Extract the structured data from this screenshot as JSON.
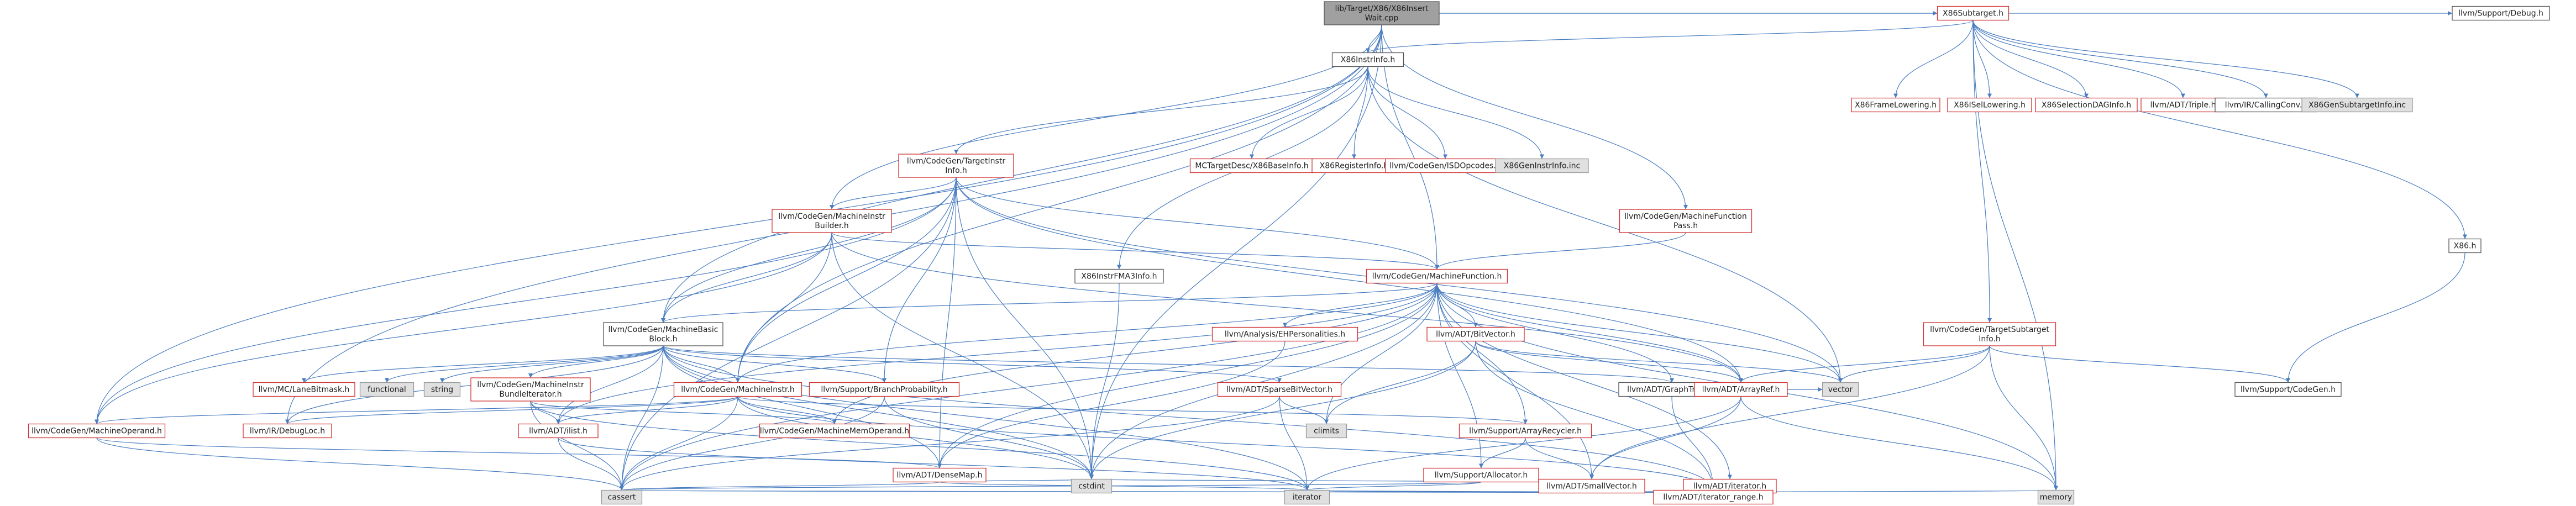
{
  "graph": {
    "nodes": [
      {
        "id": "root",
        "lines": [
          "lib/Target/X86/X86Insert",
          "Wait.cpp"
        ],
        "kind": "root"
      },
      {
        "id": "x86subtarget",
        "lines": [
          "X86Subtarget.h"
        ],
        "kind": "red"
      },
      {
        "id": "debug",
        "lines": [
          "llvm/Support/Debug.h"
        ],
        "kind": "black"
      },
      {
        "id": "x86instrinfo",
        "lines": [
          "X86InstrInfo.h"
        ],
        "kind": "black"
      },
      {
        "id": "framelowering",
        "lines": [
          "X86FrameLowering.h"
        ],
        "kind": "red"
      },
      {
        "id": "isellowering",
        "lines": [
          "X86ISelLowering.h"
        ],
        "kind": "red"
      },
      {
        "id": "selectiondag",
        "lines": [
          "X86SelectionDAGInfo.h"
        ],
        "kind": "red"
      },
      {
        "id": "triple",
        "lines": [
          "llvm/ADT/Triple.h"
        ],
        "kind": "red"
      },
      {
        "id": "callingconv",
        "lines": [
          "llvm/IR/CallingConv.h"
        ],
        "kind": "black"
      },
      {
        "id": "gensubtarget",
        "lines": [
          "X86GenSubtargetInfo.inc"
        ],
        "kind": "gray"
      },
      {
        "id": "x86h",
        "lines": [
          "X86.h"
        ],
        "kind": "black"
      },
      {
        "id": "targetinstrinfo",
        "lines": [
          "llvm/CodeGen/TargetInstr",
          "Info.h"
        ],
        "kind": "red"
      },
      {
        "id": "x86baseinfo",
        "lines": [
          "MCTargetDesc/X86BaseInfo.h"
        ],
        "kind": "red"
      },
      {
        "id": "registerinfo",
        "lines": [
          "X86RegisterInfo.h"
        ],
        "kind": "red"
      },
      {
        "id": "isdopcodes",
        "lines": [
          "llvm/CodeGen/ISDOpcodes.h"
        ],
        "kind": "red"
      },
      {
        "id": "geninstrinfo",
        "lines": [
          "X86GenInstrInfo.inc"
        ],
        "kind": "gray"
      },
      {
        "id": "mfpass",
        "lines": [
          "llvm/CodeGen/MachineFunction",
          "Pass.h"
        ],
        "kind": "red"
      },
      {
        "id": "mibuilder",
        "lines": [
          "llvm/CodeGen/MachineInstr",
          "Builder.h"
        ],
        "kind": "red"
      },
      {
        "id": "fma3",
        "lines": [
          "X86InstrFMA3Info.h"
        ],
        "kind": "black"
      },
      {
        "id": "machinefunction",
        "lines": [
          "llvm/CodeGen/MachineFunction.h"
        ],
        "kind": "red"
      },
      {
        "id": "targetsubtarget",
        "lines": [
          "llvm/CodeGen/TargetSubtarget",
          "Info.h"
        ],
        "kind": "red"
      },
      {
        "id": "mbb",
        "lines": [
          "llvm/CodeGen/MachineBasic",
          "Block.h"
        ],
        "kind": "black"
      },
      {
        "id": "ehpersonalities",
        "lines": [
          "llvm/Analysis/EHPersonalities.h"
        ],
        "kind": "red"
      },
      {
        "id": "bitvector",
        "lines": [
          "llvm/ADT/BitVector.h"
        ],
        "kind": "red"
      },
      {
        "id": "graphtraits",
        "lines": [
          "llvm/ADT/GraphTraits.h"
        ],
        "kind": "black"
      },
      {
        "id": "codegenh",
        "lines": [
          "llvm/Support/CodeGen.h"
        ],
        "kind": "black"
      },
      {
        "id": "lanebitmask",
        "lines": [
          "llvm/MC/LaneBitmask.h"
        ],
        "kind": "red"
      },
      {
        "id": "functional",
        "lines": [
          "functional"
        ],
        "kind": "gray"
      },
      {
        "id": "string",
        "lines": [
          "string"
        ],
        "kind": "gray"
      },
      {
        "id": "bundleiterator",
        "lines": [
          "llvm/CodeGen/MachineInstr",
          "BundleIterator.h"
        ],
        "kind": "red"
      },
      {
        "id": "machineinstr",
        "lines": [
          "llvm/CodeGen/MachineInstr.h"
        ],
        "kind": "red"
      },
      {
        "id": "branchprob",
        "lines": [
          "llvm/Support/BranchProbability.h"
        ],
        "kind": "red"
      },
      {
        "id": "sparsebitvector",
        "lines": [
          "llvm/ADT/SparseBitVector.h"
        ],
        "kind": "red"
      },
      {
        "id": "arrayref",
        "lines": [
          "llvm/ADT/ArrayRef.h"
        ],
        "kind": "red"
      },
      {
        "id": "vector",
        "lines": [
          "vector"
        ],
        "kind": "gray"
      },
      {
        "id": "ilist",
        "lines": [
          "llvm/ADT/ilist.h"
        ],
        "kind": "red"
      },
      {
        "id": "debugloc",
        "lines": [
          "llvm/IR/DebugLoc.h"
        ],
        "kind": "red"
      },
      {
        "id": "machineoperand",
        "lines": [
          "llvm/CodeGen/MachineOperand.h"
        ],
        "kind": "red"
      },
      {
        "id": "memoperand",
        "lines": [
          "llvm/CodeGen/MachineMemOperand.h"
        ],
        "kind": "red"
      },
      {
        "id": "climits",
        "lines": [
          "climits"
        ],
        "kind": "gray"
      },
      {
        "id": "arrayrecycler",
        "lines": [
          "llvm/Support/ArrayRecycler.h"
        ],
        "kind": "red"
      },
      {
        "id": "allocator",
        "lines": [
          "llvm/Support/Allocator.h"
        ],
        "kind": "red"
      },
      {
        "id": "densemap",
        "lines": [
          "llvm/ADT/DenseMap.h"
        ],
        "kind": "red"
      },
      {
        "id": "cstdint",
        "lines": [
          "cstdint"
        ],
        "kind": "gray"
      },
      {
        "id": "smallvector",
        "lines": [
          "llvm/ADT/SmallVector.h"
        ],
        "kind": "red"
      },
      {
        "id": "adtiterator",
        "lines": [
          "llvm/ADT/iterator.h"
        ],
        "kind": "red"
      },
      {
        "id": "cassert",
        "lines": [
          "cassert"
        ],
        "kind": "gray"
      },
      {
        "id": "iterator",
        "lines": [
          "iterator"
        ],
        "kind": "gray"
      },
      {
        "id": "iteratorrange",
        "lines": [
          "llvm/ADT/iterator_range.h"
        ],
        "kind": "red"
      },
      {
        "id": "memory",
        "lines": [
          "memory"
        ],
        "kind": "gray"
      }
    ],
    "edges": [
      [
        "root",
        "x86subtarget"
      ],
      [
        "root",
        "debug"
      ],
      [
        "root",
        "x86instrinfo"
      ],
      [
        "root",
        "mfpass"
      ],
      [
        "root",
        "mibuilder"
      ],
      [
        "root",
        "machinefunction"
      ],
      [
        "root",
        "mbb"
      ],
      [
        "root",
        "machineinstr"
      ],
      [
        "root",
        "machineoperand"
      ],
      [
        "root",
        "debugloc"
      ],
      [
        "root",
        "cstdint"
      ],
      [
        "x86subtarget",
        "x86instrinfo"
      ],
      [
        "x86subtarget",
        "framelowering"
      ],
      [
        "x86subtarget",
        "isellowering"
      ],
      [
        "x86subtarget",
        "selectiondag"
      ],
      [
        "x86subtarget",
        "triple"
      ],
      [
        "x86subtarget",
        "callingconv"
      ],
      [
        "x86subtarget",
        "gensubtarget"
      ],
      [
        "x86subtarget",
        "x86h"
      ],
      [
        "x86subtarget",
        "targetsubtarget"
      ],
      [
        "x86subtarget",
        "memory"
      ],
      [
        "x86instrinfo",
        "targetinstrinfo"
      ],
      [
        "x86instrinfo",
        "x86baseinfo"
      ],
      [
        "x86instrinfo",
        "registerinfo"
      ],
      [
        "x86instrinfo",
        "isdopcodes"
      ],
      [
        "x86instrinfo",
        "geninstrinfo"
      ],
      [
        "x86instrinfo",
        "fma3"
      ],
      [
        "x86instrinfo",
        "vector"
      ],
      [
        "x86h",
        "codegenh"
      ],
      [
        "mfpass",
        "machinefunction"
      ],
      [
        "targetinstrinfo",
        "mibuilder"
      ],
      [
        "targetinstrinfo",
        "machinefunction"
      ],
      [
        "targetinstrinfo",
        "mbb"
      ],
      [
        "targetinstrinfo",
        "machineinstr"
      ],
      [
        "targetinstrinfo",
        "machineoperand"
      ],
      [
        "targetinstrinfo",
        "branchprob"
      ],
      [
        "targetinstrinfo",
        "arrayref"
      ],
      [
        "targetinstrinfo",
        "densemap"
      ],
      [
        "targetinstrinfo",
        "cstdint"
      ],
      [
        "targetinstrinfo",
        "cassert"
      ],
      [
        "targetinstrinfo",
        "vector"
      ],
      [
        "mibuilder",
        "machinefunction"
      ],
      [
        "mibuilder",
        "mbb"
      ],
      [
        "mibuilder",
        "machineinstr"
      ],
      [
        "mibuilder",
        "machineoperand"
      ],
      [
        "mibuilder",
        "arrayref"
      ],
      [
        "mibuilder",
        "cstdint"
      ],
      [
        "fma3",
        "cstdint"
      ],
      [
        "machinefunction",
        "mbb"
      ],
      [
        "machinefunction",
        "ehpersonalities"
      ],
      [
        "machinefunction",
        "bitvector"
      ],
      [
        "machinefunction",
        "graphtraits"
      ],
      [
        "machinefunction",
        "arrayref"
      ],
      [
        "machinefunction",
        "vector"
      ],
      [
        "machinefunction",
        "machineinstr"
      ],
      [
        "machinefunction",
        "memoperand"
      ],
      [
        "machinefunction",
        "ilist"
      ],
      [
        "machinefunction",
        "arrayrecycler"
      ],
      [
        "machinefunction",
        "allocator"
      ],
      [
        "machinefunction",
        "densemap"
      ],
      [
        "machinefunction",
        "smallvector"
      ],
      [
        "machinefunction",
        "adtiterator"
      ],
      [
        "machinefunction",
        "cassert"
      ],
      [
        "machinefunction",
        "memory"
      ],
      [
        "machinefunction",
        "climits"
      ],
      [
        "machinefunction",
        "cstdint"
      ],
      [
        "targetsubtarget",
        "arrayref"
      ],
      [
        "targetsubtarget",
        "smallvector"
      ],
      [
        "targetsubtarget",
        "codegenh"
      ],
      [
        "targetsubtarget",
        "memory"
      ],
      [
        "targetsubtarget",
        "vector"
      ],
      [
        "mbb",
        "lanebitmask"
      ],
      [
        "mbb",
        "functional"
      ],
      [
        "mbb",
        "string"
      ],
      [
        "mbb",
        "bundleiterator"
      ],
      [
        "mbb",
        "machineinstr"
      ],
      [
        "mbb",
        "branchprob"
      ],
      [
        "mbb",
        "sparsebitvector"
      ],
      [
        "mbb",
        "graphtraits"
      ],
      [
        "mbb",
        "ilist"
      ],
      [
        "mbb",
        "debugloc"
      ],
      [
        "mbb",
        "cassert"
      ],
      [
        "mbb",
        "iterator"
      ],
      [
        "mbb",
        "cstdint"
      ],
      [
        "mbb",
        "densemap"
      ],
      [
        "mbb",
        "iteratorrange"
      ],
      [
        "ehpersonalities",
        "densemap"
      ],
      [
        "bitvector",
        "arrayref"
      ],
      [
        "bitvector",
        "climits"
      ],
      [
        "bitvector",
        "cstdint"
      ],
      [
        "bitvector",
        "vector"
      ],
      [
        "bitvector",
        "iteratorrange"
      ],
      [
        "graphtraits",
        "iteratorrange"
      ],
      [
        "bundleiterator",
        "ilist"
      ],
      [
        "bundleiterator",
        "cassert"
      ],
      [
        "bundleiterator",
        "iterator"
      ],
      [
        "bundleiterator",
        "memoperand"
      ],
      [
        "machineinstr",
        "machineoperand"
      ],
      [
        "machineinstr",
        "memoperand"
      ],
      [
        "machineinstr",
        "debugloc"
      ],
      [
        "machineinstr",
        "ilist"
      ],
      [
        "machineinstr",
        "arrayrecycler"
      ],
      [
        "machineinstr",
        "cassert"
      ],
      [
        "machineinstr",
        "cstdint"
      ],
      [
        "machineinstr",
        "iteratorrange"
      ],
      [
        "branchprob",
        "cstdint"
      ],
      [
        "branchprob",
        "cassert"
      ],
      [
        "sparsebitvector",
        "climits"
      ],
      [
        "sparsebitvector",
        "cassert"
      ],
      [
        "sparsebitvector",
        "iterator"
      ],
      [
        "arrayref",
        "smallvector"
      ],
      [
        "arrayref",
        "vector"
      ],
      [
        "arrayref",
        "memory"
      ],
      [
        "arrayref",
        "iterator"
      ],
      [
        "ilist",
        "cassert"
      ],
      [
        "ilist",
        "iterator"
      ],
      [
        "machineoperand",
        "densemap"
      ],
      [
        "machineoperand",
        "cassert"
      ],
      [
        "arrayrecycler",
        "allocator"
      ],
      [
        "arrayrecycler",
        "smallvector"
      ],
      [
        "allocator",
        "smallvector"
      ],
      [
        "allocator",
        "cstdint"
      ],
      [
        "allocator",
        "cassert"
      ],
      [
        "allocator",
        "iterator"
      ],
      [
        "densemap",
        "cstdint"
      ],
      [
        "densemap",
        "iterator"
      ],
      [
        "densemap",
        "cassert"
      ],
      [
        "smallvector",
        "cassert"
      ],
      [
        "smallvector",
        "iterator"
      ],
      [
        "smallvector",
        "memory"
      ],
      [
        "smallvector",
        "iteratorrange"
      ],
      [
        "adtiterator",
        "iteratorrange"
      ],
      [
        "adtiterator",
        "iterator"
      ],
      [
        "adtiterator",
        "cassert"
      ]
    ]
  }
}
